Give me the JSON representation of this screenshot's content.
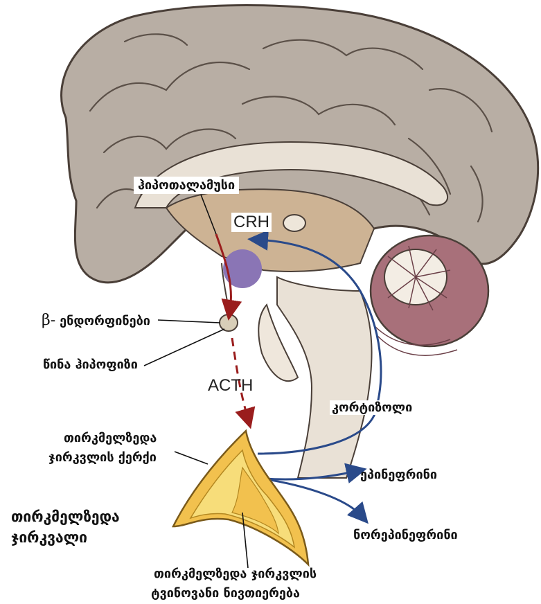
{
  "labels": {
    "hypothalamus": "ჰიპოთალამუსი",
    "crh": "CRH",
    "beta_symbol": "β-",
    "beta_endorphins": "ენდორფინები",
    "anterior_pituitary": "წინა ჰიპოფიზი",
    "acth": "ACTH",
    "cortisol": "კორტიზოლი",
    "adrenal_cortex_line1": "თირკმელზედა",
    "adrenal_cortex_line2": "ჯირკვლის ქერქი",
    "adrenal_gland_line1": "თირკმელზედა",
    "adrenal_gland_line2": "ჯირკვალი",
    "epinephrine": "ეპინეფრინი",
    "norepinephrine": "ნორეპინეფრინი",
    "adrenal_medulla_line1": "თირკმელზედა ჯირკვლის",
    "adrenal_medulla_line2": "ტვინოვანი ნივთიერება"
  },
  "colors": {
    "cortex": "#b8aea4",
    "cortex_outline": "#4a3f38",
    "inner_tissue": "#e9e1d6",
    "thalamus": "#cdb394",
    "hypothalamus_dot": "#8a75b5",
    "cerebellum": "#a8707a",
    "arrow_red": "#9a1d1d",
    "arrow_blue": "#2a4a8a",
    "adrenal_outer": "#f2c14e",
    "adrenal_inner": "#f7dd7a"
  }
}
